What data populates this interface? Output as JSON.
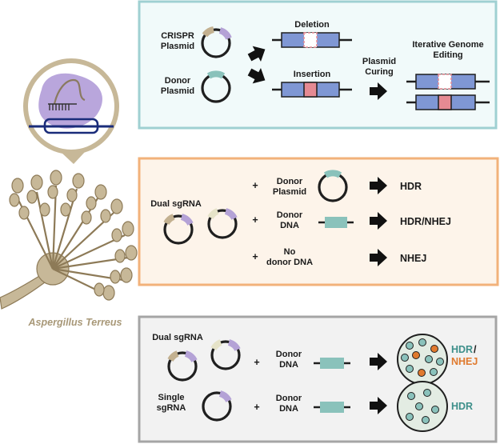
{
  "colors": {
    "panel1_border": "#9fd0d2",
    "panel1_fill": "#f1fafa",
    "panel2_border": "#f2b27a",
    "panel2_fill": "#fdf4ea",
    "panel3_border": "#a5a5a5",
    "panel3_fill": "#f2f2f2",
    "gene_box": "#7f97d4",
    "insert": "#e58a93",
    "donor_teal": "#8ac2bb",
    "sgrna_purple": "#b4a2d6",
    "cas_tan": "#c3b190",
    "hdr": "#3d8f8a",
    "nhej": "#e07a2e",
    "fungus": "#c7b898"
  },
  "organism": {
    "label": "Aspergillus Terreus"
  },
  "panel1": {
    "crispr_label_1": "CRISPR",
    "crispr_label_2": "Plasmid",
    "donor_label_1": "Donor",
    "donor_label_2": "Plasmid",
    "deletion_label": "Deletion",
    "insertion_label": "Insertion",
    "curing_label_1": "Plasmid",
    "curing_label_2": "Curing",
    "result_label_1": "Iterative Genome",
    "result_label_2": "Editing"
  },
  "panel2": {
    "sgrna_label": "Dual sgRNA",
    "plus": "+",
    "row1_label_1": "Donor",
    "row1_label_2": "Plasmid",
    "row1_outcome": "HDR",
    "row2_label_1": "Donor",
    "row2_label_2": "DNA",
    "row2_outcome": "HDR/NHEJ",
    "row3_label_1": "No",
    "row3_label_2": "donor DNA",
    "row3_outcome": "NHEJ"
  },
  "panel3": {
    "row1_sgrna_label": "Dual sgRNA",
    "row1_donor_1": "Donor",
    "row1_donor_2": "DNA",
    "row1_outcome_hdr": "HDR",
    "row1_outcome_slash": "/",
    "row1_outcome_nhej": "NHEJ",
    "row2_sgrna_label_1": "Single",
    "row2_sgrna_label_2": "sgRNA",
    "row2_donor_1": "Donor",
    "row2_donor_2": "DNA",
    "row2_outcome": "HDR",
    "plus": "+"
  }
}
